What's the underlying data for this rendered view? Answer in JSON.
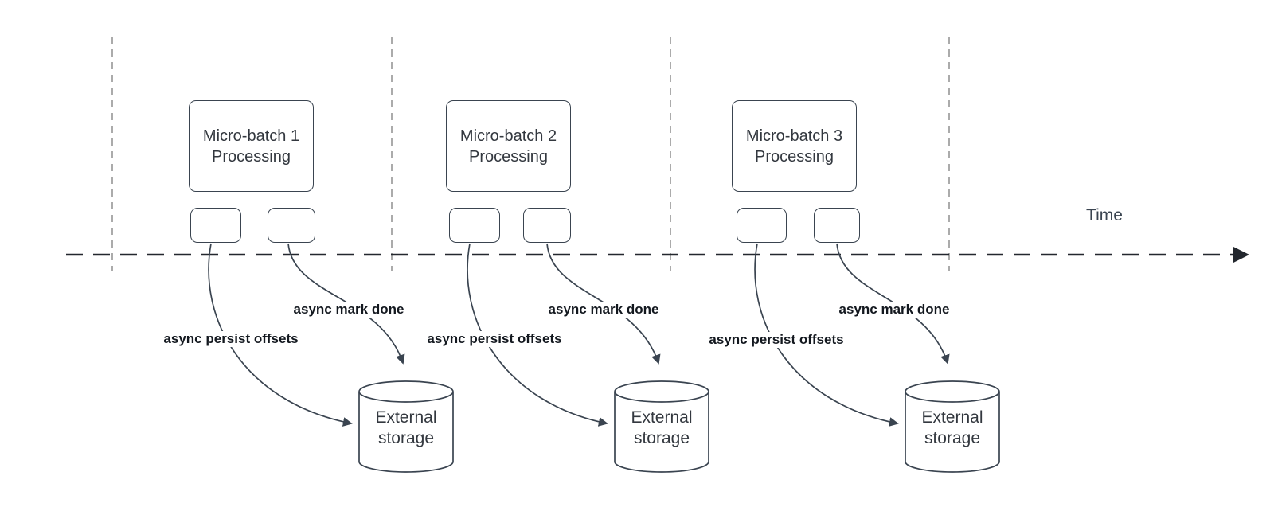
{
  "diagram": {
    "time_label": "Time",
    "groups": [
      {
        "box_line1": "Micro-batch 1",
        "box_line2": "Processing",
        "persist_label": "async persist offsets",
        "mark_label": "async mark done",
        "storage_line1": "External",
        "storage_line2": "storage"
      },
      {
        "box_line1": "Micro-batch 2",
        "box_line2": "Processing",
        "persist_label": "async persist offsets",
        "mark_label": "async mark done",
        "storage_line1": "External",
        "storage_line2": "storage"
      },
      {
        "box_line1": "Micro-batch 3",
        "box_line2": "Processing",
        "persist_label": "async persist offsets",
        "mark_label": "async mark done",
        "storage_line1": "External",
        "storage_line2": "storage"
      }
    ],
    "colors": {
      "shape_stroke": "#3a4450",
      "shape_text": "#33383f",
      "label_text": "#13181f",
      "timeline": "#23272e",
      "guide_line": "#ababab",
      "background": "#ffffff"
    }
  }
}
